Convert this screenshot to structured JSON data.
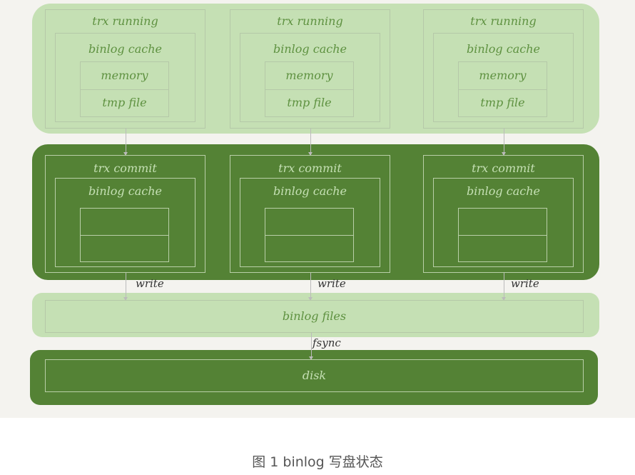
{
  "columns": [
    {
      "running": "trx running",
      "commit": "trx commit",
      "cache": "binlog cache",
      "memory": "memory",
      "tmp": "tmp file",
      "write": "write"
    },
    {
      "running": "trx running",
      "commit": "trx commit",
      "cache": "binlog cache",
      "memory": "memory",
      "tmp": "tmp file",
      "write": "write"
    },
    {
      "running": "trx running",
      "commit": "trx commit",
      "cache": "binlog cache",
      "memory": "memory",
      "tmp": "tmp file",
      "write": "write"
    }
  ],
  "binlog_files": "binlog files",
  "fsync": "fsync",
  "disk": "disk",
  "caption": "图 1 binlog 写盘状态",
  "colors": {
    "light": "#c5e0b4",
    "dark": "#548235",
    "background": "#f4f3ef"
  }
}
